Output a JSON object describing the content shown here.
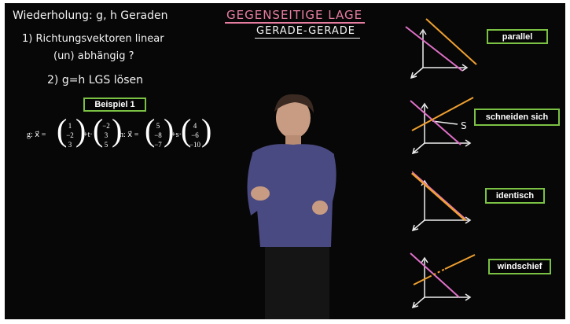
{
  "title": "GEGENSEITIGE LAGE",
  "subtitle": "GERADE-GERADE",
  "notes": {
    "line1": "Wiederholung:  g, h Geraden",
    "line2a": "1)  Richtungsvektoren  linear",
    "line2b": "(un) abhängig ?",
    "line3": "2)   g=h  LGS lösen"
  },
  "example_label": "Beispiel 1",
  "equations": {
    "g_lhs": "g: x⃗ =",
    "g_support": [
      "1",
      "−2",
      "3"
    ],
    "plus_t": "+t·",
    "g_dir": [
      "−2",
      "3",
      "5"
    ],
    "h_lhs": "h: x⃗ =",
    "h_support": [
      "5",
      "−8",
      "−7"
    ],
    "plus_s": "+s·",
    "h_dir": [
      "4",
      "−6",
      "−10"
    ]
  },
  "cases": [
    {
      "label": "parallel"
    },
    {
      "label": "schneiden sich",
      "point_label": "S"
    },
    {
      "label": "identisch"
    },
    {
      "label": "windschief"
    }
  ],
  "colors": {
    "accent_green": "#7bc143",
    "line_pink": "#e070c8",
    "line_orange": "#f0a030",
    "chalk": "#f2f2f2",
    "board": "#070707"
  }
}
